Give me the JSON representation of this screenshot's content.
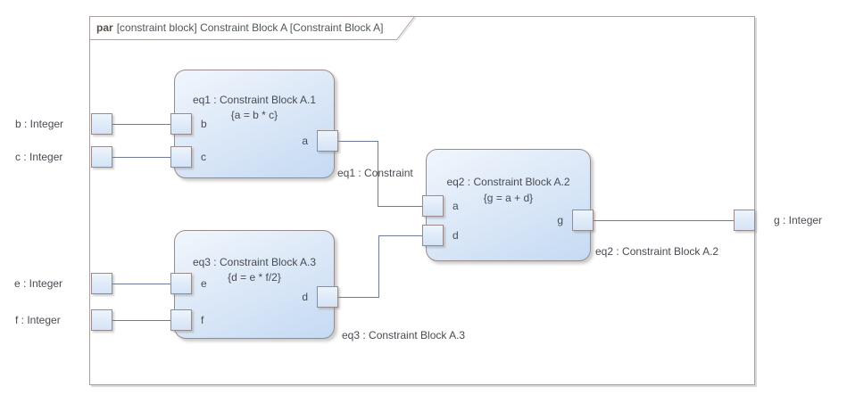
{
  "diagram": {
    "header": {
      "keyword": "par",
      "title": "[constraint block] Constraint Block A [Constraint Block A]"
    }
  },
  "blocks": {
    "eq1": {
      "title": "eq1 : Constraint Block A.1",
      "constraint": "{a = b * c}",
      "ports": {
        "b": "b",
        "c": "c",
        "a": "a"
      }
    },
    "eq2": {
      "title": "eq2 : Constraint Block A.2",
      "constraint": "{g = a + d}",
      "ports": {
        "a": "a",
        "d": "d",
        "g": "g"
      }
    },
    "eq3": {
      "title": "eq3 : Constraint Block A.3",
      "constraint": "{d = e *  f/2}",
      "ports": {
        "e": "e",
        "f": "f",
        "d": "d"
      }
    }
  },
  "frame_parameters": {
    "b": "b : Integer",
    "c": "c : Integer",
    "e": "e : Integer",
    "f": "f : Integer",
    "g": "g : Integer"
  },
  "connector_labels": {
    "eq1": "eq1 : Constraint",
    "eq2": "eq2 : Constraint Block A.2",
    "eq3": "eq3 : Constraint Block A.3"
  },
  "colors": {
    "block_fill_top": "#f1f6fc",
    "block_fill_bottom": "#c5daf3",
    "block_border": "#978b8b",
    "port_fill": "#e0ecfa",
    "connector": "#6e7d96",
    "frame_border": "#a9a1a1",
    "text": "#4a4b52"
  }
}
